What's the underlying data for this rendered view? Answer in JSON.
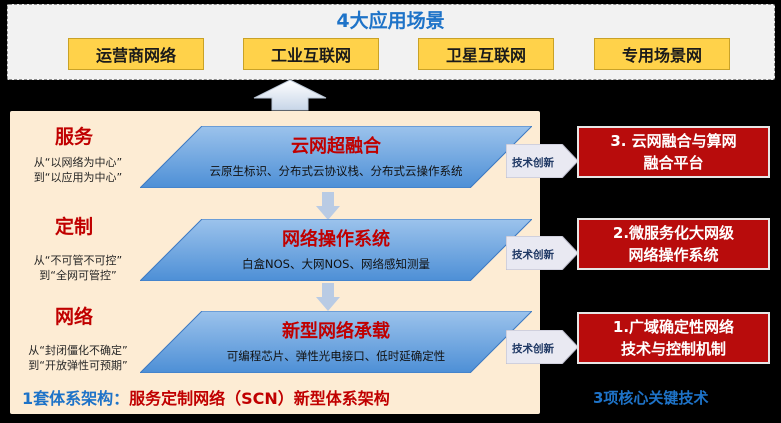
{
  "scenarios": {
    "title": "4大应用场景",
    "items": [
      "运营商网络",
      "工业互联网",
      "卫星互联网",
      "专用场景网"
    ]
  },
  "categories": [
    {
      "title": "服务",
      "desc_line1": "从“以网络为中心”",
      "desc_line2": "到“以应用为中心”"
    },
    {
      "title": "定制",
      "desc_line1": "从“不可管不可控”",
      "desc_line2": "到“全网可管控”"
    },
    {
      "title": "网络",
      "desc_line1": "从“封闭僵化不确定”",
      "desc_line2": "到“开放弹性可预期”"
    }
  ],
  "layers": [
    {
      "title": "云网超融合",
      "subtitle": "云原生标识、分布式云协议栈、分布式云操作系统"
    },
    {
      "title": "网络操作系统",
      "subtitle": "白盒NOS、大网NOS、网络感知测量"
    },
    {
      "title": "新型网络承载",
      "subtitle": "可编程芯片、弹性光电接口、低时延确定性"
    }
  ],
  "tech_innovation_label": "技术创新",
  "key_technologies": [
    {
      "line1": "3. 云网融合与算网",
      "line2": "融合平台"
    },
    {
      "line1": "2.微服务化大网级",
      "line2": "网络操作系统"
    },
    {
      "line1": "1.广域确定性网络",
      "line2": "技术与控制机制"
    }
  ],
  "footer": {
    "architecture_prefix": "1套体系架构：",
    "architecture_name": "服务定制网络（SCN）新型体系架构",
    "core_tech": "3项核心关键技术"
  },
  "colors": {
    "accent_blue": "#1e73c8",
    "red": "#c00000",
    "scene_yellow": "#ffd24a",
    "panel_bg": "#fdecd4",
    "box_red": "#b80c0c"
  }
}
